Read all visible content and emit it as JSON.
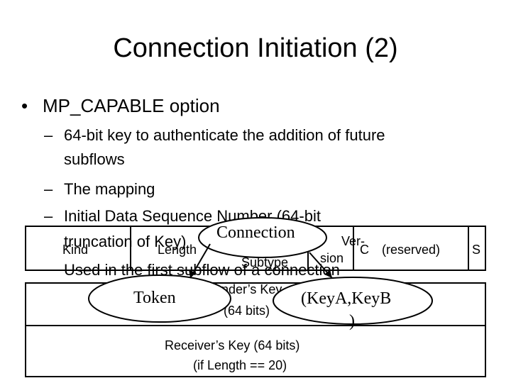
{
  "slide": {
    "title": "Connection Initiation (2)",
    "bullet": "MP_CAPABLE option",
    "bullet_marker": "•",
    "dash": "–",
    "subitems": [
      {
        "line1": "64-bit key to authenticate the addition of future",
        "line2": "subflows"
      },
      {
        "line1": "The mapping"
      },
      {
        "line1": "Initial Data Sequence Number (64-bit",
        "line2": "truncation of Key)"
      }
    ],
    "used_text": "Used in the first subflow of a connection"
  },
  "packet": {
    "kind": "Kind",
    "length": "Length",
    "subtype": "Subtype",
    "version_left": "Ver-",
    "version_right": "sion",
    "c_flag": "C",
    "reserved": "(reserved)",
    "s_flag": "S",
    "sender_key": "Sender’s Key",
    "sender_bits": "(64 bits)",
    "receiver_key": "Receiver’s Key (64 bits)",
    "receiver_cond": "(if Length == 20)"
  },
  "annotations": {
    "connection": "Connection",
    "token": "Token",
    "keys_line1": "(KeyA,KeyB",
    "keys_line2": ")"
  }
}
